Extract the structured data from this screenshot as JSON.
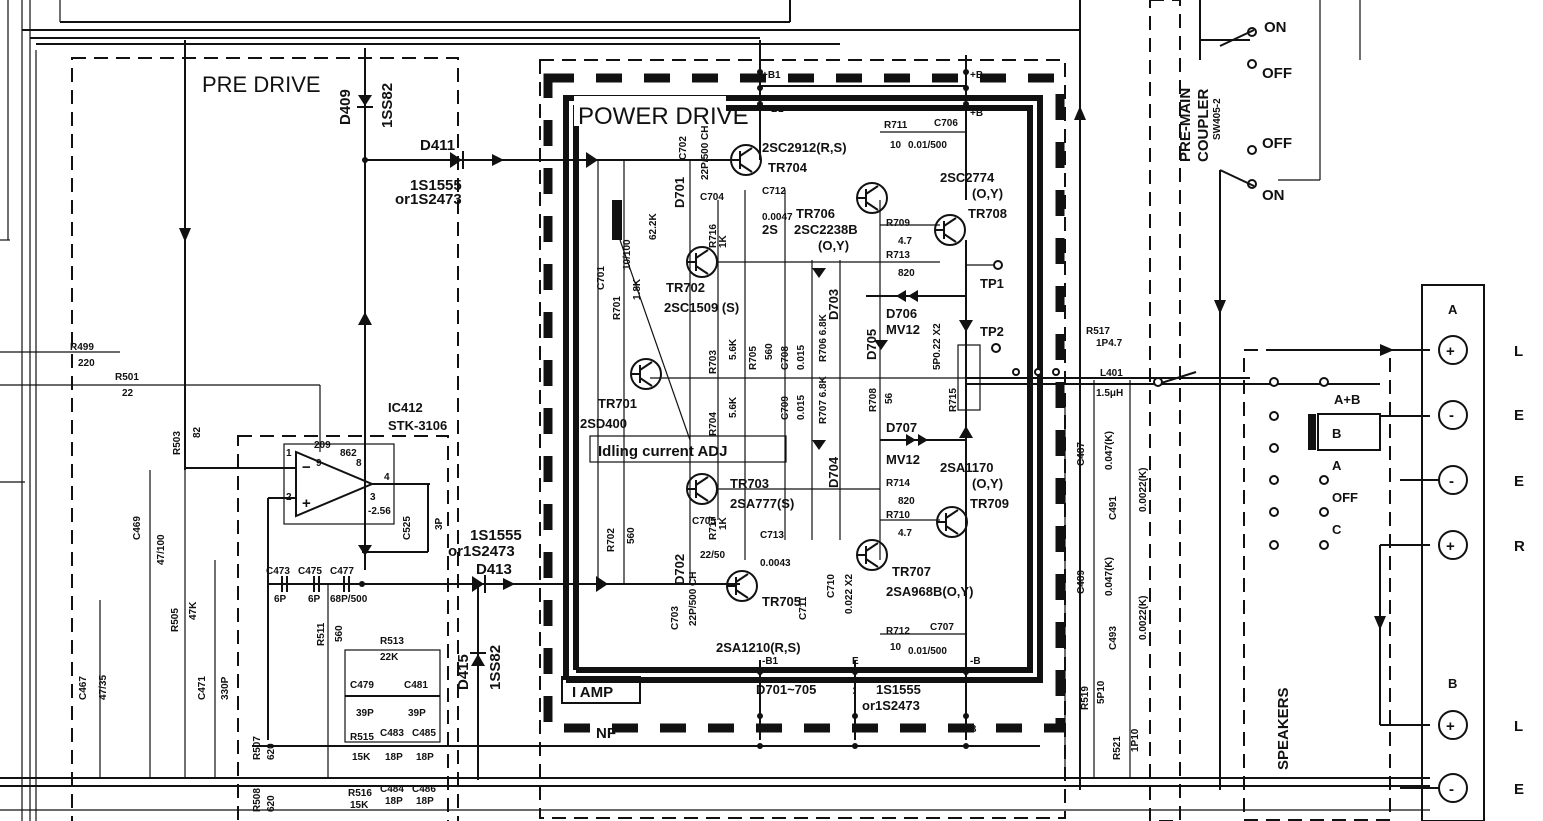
{
  "sections": {
    "pre_drive": "PRE DRIVE",
    "power_drive": "POWER DRIVE",
    "amp": "I AMP",
    "nf": "NF",
    "idling": "Idling current ADJ",
    "speakers": "SPEAKERS",
    "coupler_1": "PRE-MAIN",
    "coupler_2": "COUPLER",
    "coupler_sw": "SW405-2"
  },
  "ic": {
    "name": "IC412",
    "part": "STK-3106",
    "pin1": "1",
    "pin2": "2",
    "pin3": "3",
    "pin4": "4",
    "pin9": "9",
    "pin8": "8",
    "pin209": "209",
    "pin862": "862",
    "pin_neg": "-2.56"
  },
  "transistors": [
    {
      "ref": "TR701",
      "part": "2SD400"
    },
    {
      "ref": "TR702",
      "part": "2SC1509 (S)"
    },
    {
      "ref": "TR703",
      "part": "2SA777(S)"
    },
    {
      "ref": "TR704",
      "part": "2SC2912(R,S)"
    },
    {
      "ref": "TR705",
      "part": "2SA1210(R,S)"
    },
    {
      "ref": "TR706",
      "part": "2SC2238B",
      "rank": "(O,Y)"
    },
    {
      "ref": "TR707",
      "part": "2SA968B(O,Y)"
    },
    {
      "ref": "TR708",
      "part": "2SC2774",
      "rank": "(O,Y)"
    },
    {
      "ref": "TR709",
      "part": "2SA1170",
      "rank": "(O,Y)"
    }
  ],
  "diodes": {
    "d409": "D409",
    "d409_part": "1SS82",
    "d411": "D411",
    "d411_part1": "1S1555",
    "d411_part2": "or1S2473",
    "d413": "D413",
    "d413_part1": "1S1555",
    "d413_part2": "or1S2473",
    "d415": "D415",
    "d415_part": "1SS82",
    "d701": "D701",
    "d702": "D702",
    "d703": "D703",
    "d704": "D704",
    "d705": "D705",
    "d706": "D706",
    "d706_part": "MV12",
    "d707": "D707",
    "d707_part": "MV12",
    "d701_705": "D701~705",
    "d701_705_part1": "1S1555",
    "d701_705_part2": "or1S2473"
  },
  "components": [
    "R499 220",
    "R501 22",
    "R503 82",
    "R505 47K",
    "R511 560",
    "R513 22K",
    "R515 15K",
    "R516 15K",
    "R507 620",
    "R508 620",
    "C467 47/35",
    "C469 47/100",
    "C471 330P",
    "C473 6P",
    "C475 6P",
    "C477 68P/500",
    "C479 39P",
    "C481 39P",
    "C483 18P",
    "C485 18P",
    "C484 18P",
    "C486 18P",
    "C525 3P",
    "C701 10/100",
    "C702 22P/500 CH",
    "C703 22P/500 CH",
    "C704",
    "C705 22/50",
    "C706 0.01/500",
    "C707 0.01/500",
    "C708 0.015",
    "C709 0.015",
    "C710 0.022 X2",
    "C711 0.022 X2",
    "C712 0.0047",
    "C713 0.0043",
    "R701 1.8K",
    "R702 560",
    "R703 5.6K",
    "R704 5.6K",
    "R705 560",
    "R706 6.8K",
    "R707 6.8K",
    "R708 56",
    "R709 4.7",
    "R710 4.7",
    "R711 10",
    "R712 10",
    "R713 820",
    "R714 820",
    "R715 5P0.22 X2",
    "R716 1K",
    "R717 1K",
    "VR 62.2K",
    "C487 0.047(K)",
    "C489 0.047(K)",
    "C491 0.0022(K)",
    "C493 0.0022(K)",
    "R517 1P4.7",
    "R519 5P10",
    "R521 1P10",
    "L401 1.5μH"
  ],
  "labels": {
    "tp1": "TP1",
    "tp2": "TP2",
    "b1p": "+B1",
    "bp": "+B",
    "b1m": "-B1",
    "bm": "-B",
    "e": "E",
    "on1": "ON",
    "off1": "OFF",
    "off2": "OFF",
    "on2": "ON"
  },
  "speaker_switch": [
    "A+B",
    "B",
    "A",
    "OFF",
    "C"
  ],
  "outputs": [
    {
      "group": "A",
      "polarity": "+",
      "channel": "L"
    },
    {
      "group": "A",
      "polarity": "-",
      "channel": "E"
    },
    {
      "group": "",
      "polarity": "-",
      "channel": "E"
    },
    {
      "group": "",
      "polarity": "+",
      "channel": "R"
    },
    {
      "group": "B",
      "polarity": "+",
      "channel": "L"
    },
    {
      "group": "B",
      "polarity": "-",
      "channel": "E"
    }
  ]
}
